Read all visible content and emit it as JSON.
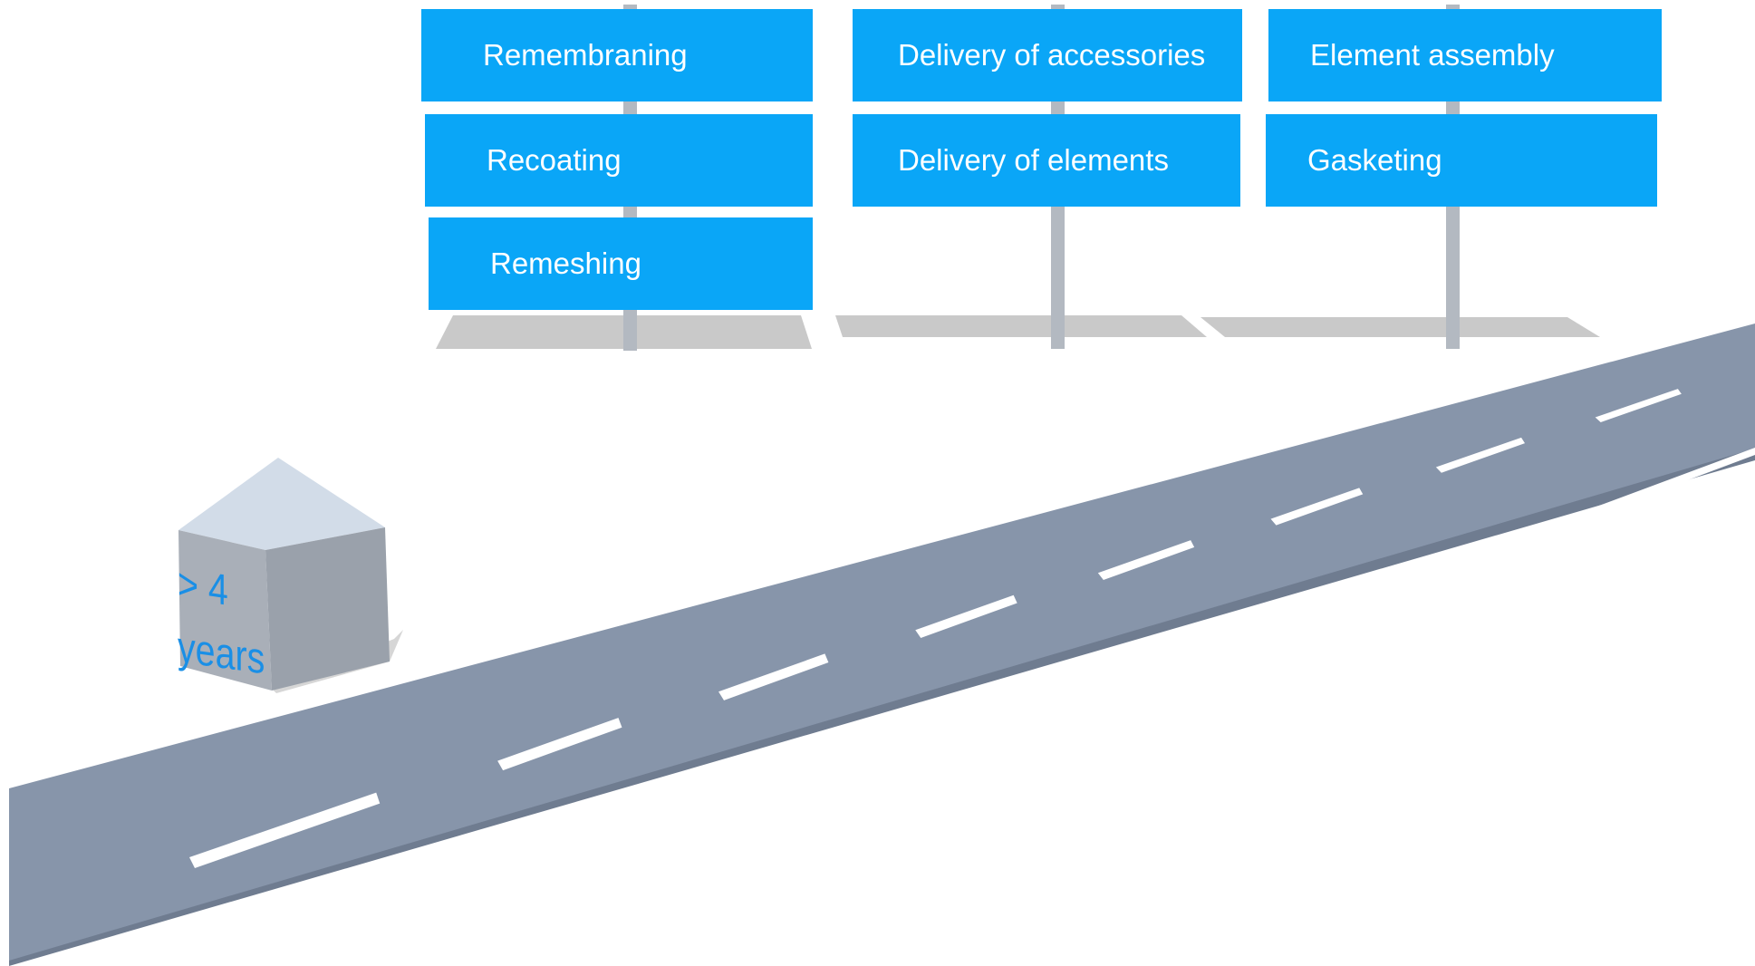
{
  "colors": {
    "sign_blue": "#0aa6f7",
    "road": "#8795aa",
    "road_edge": "#7d8a9e",
    "road_curb": "#6f7c90",
    "lane_marking": "#ffffff",
    "pole": "#b3b9c1",
    "marker_front": "#a9afb8",
    "marker_top": "#d2dce8",
    "marker_text": "#1a8fe6"
  },
  "signposts": [
    {
      "signs": [
        {
          "label": "Remembraning"
        },
        {
          "label": "Recoating"
        },
        {
          "label": "Remeshing"
        }
      ]
    },
    {
      "signs": [
        {
          "label": "Delivery of accessories"
        },
        {
          "label": "Delivery of elements"
        }
      ]
    },
    {
      "signs": [
        {
          "label": "Element assembly"
        },
        {
          "label": "Gasketing"
        }
      ]
    }
  ],
  "marker": {
    "line1": "> 4",
    "line2": "years"
  },
  "road": {
    "lane_dash_count": 8
  }
}
